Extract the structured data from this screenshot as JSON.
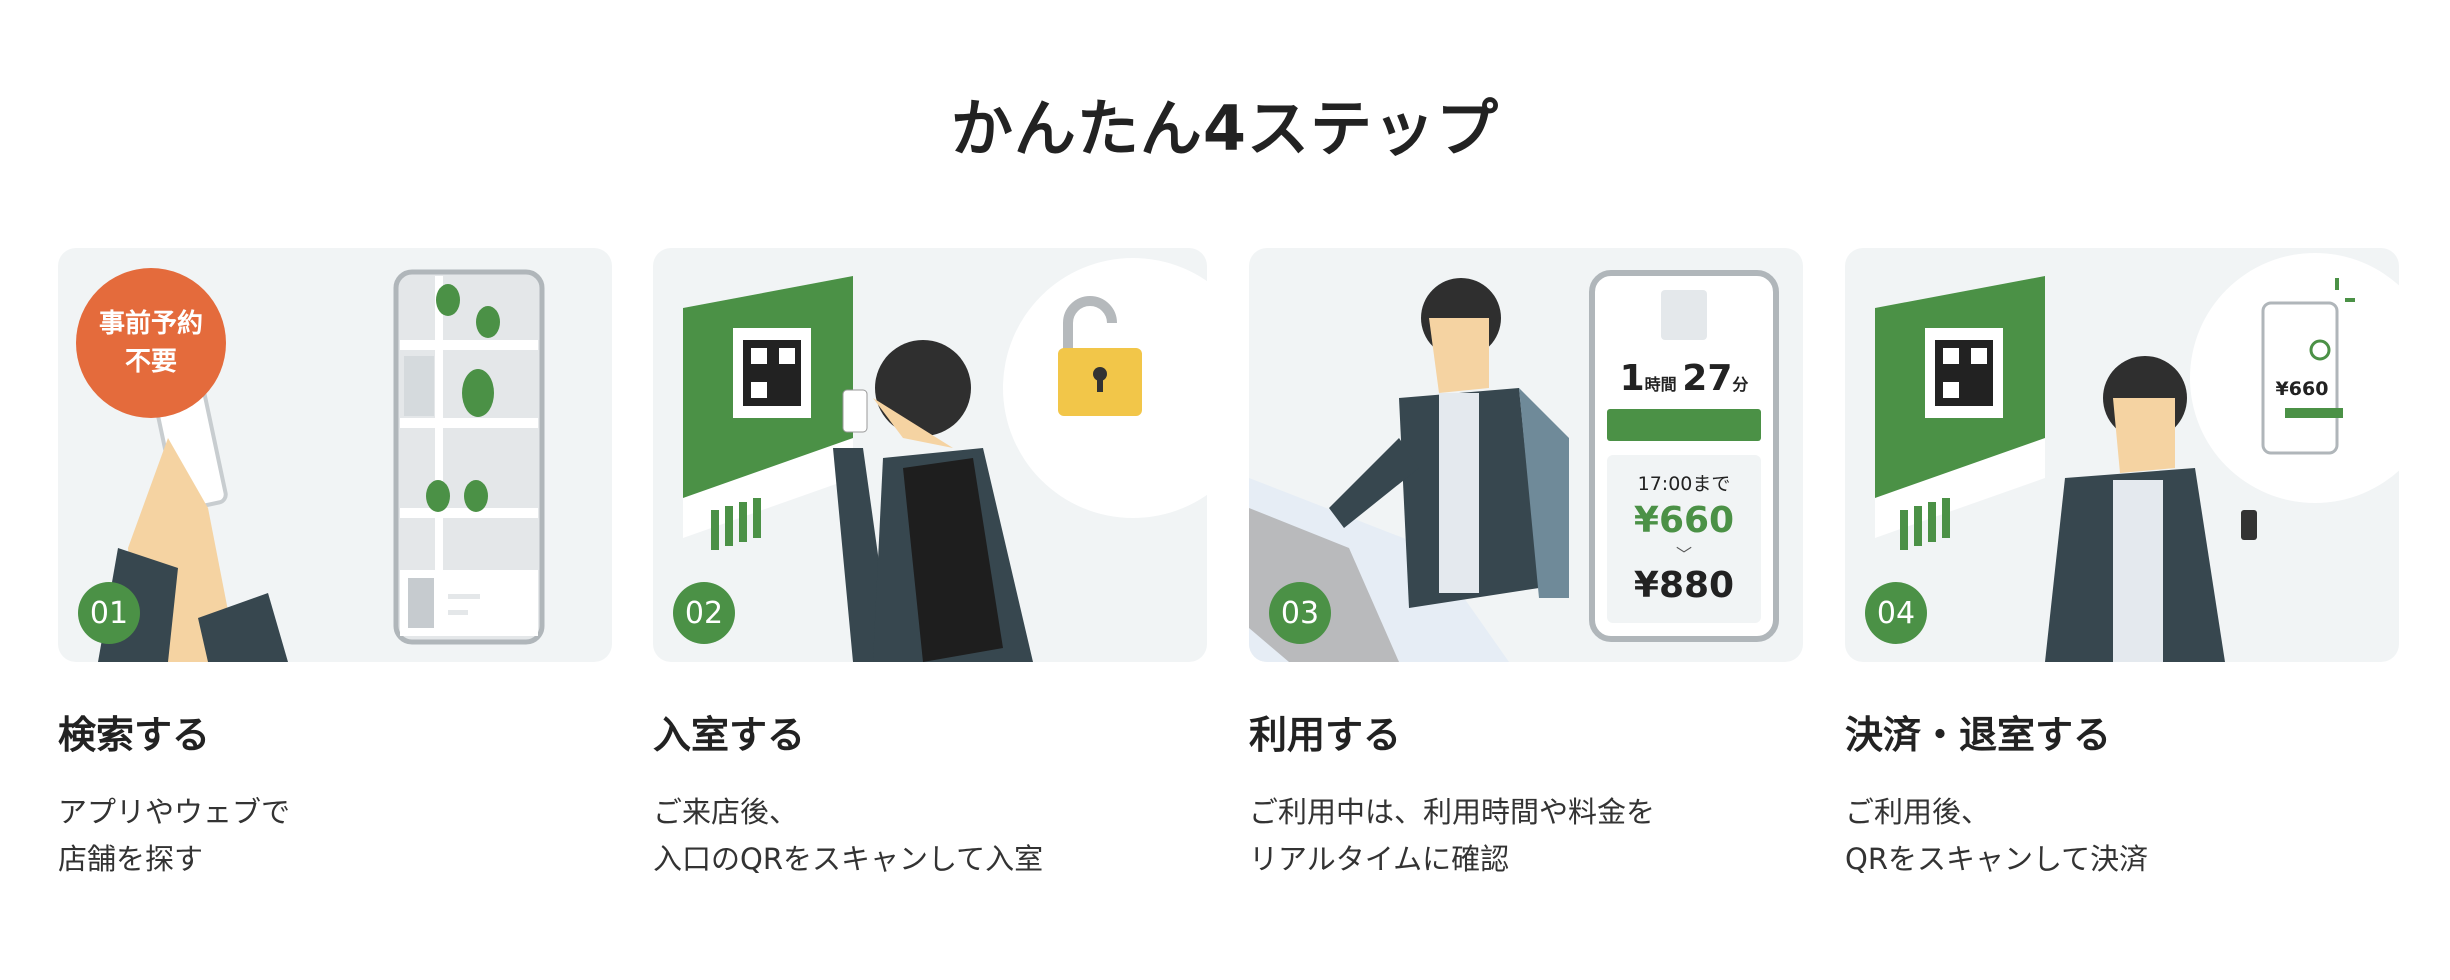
{
  "title": "かんたん4ステップ",
  "colors": {
    "green": "#4b9146",
    "orange": "#e46b3c",
    "dark": "#37474f",
    "card_bg": "#f1f4f5"
  },
  "steps": [
    {
      "number": "01",
      "heading": "検索する",
      "desc": [
        "アプリやウェブで",
        "店舗を探す"
      ],
      "badge": [
        "事前予約",
        "不要"
      ]
    },
    {
      "number": "02",
      "heading": "入室する",
      "desc": [
        "ご来店後、",
        "入口のQRをスキャンして入室"
      ]
    },
    {
      "number": "03",
      "heading": "利用する",
      "desc": [
        "ご利用中は、利用時間や料金を",
        "リアルタイムに確認"
      ],
      "screen": {
        "hours": "1",
        "hours_unit": "時間",
        "minutes": "27",
        "minutes_unit": "分",
        "until": "17:00まで",
        "price_now": "¥660",
        "price_next": "¥880"
      }
    },
    {
      "number": "04",
      "heading": "決済・退室する",
      "desc": [
        "ご利用後、",
        "QRをスキャンして決済"
      ],
      "screen": {
        "price": "¥660"
      }
    }
  ]
}
